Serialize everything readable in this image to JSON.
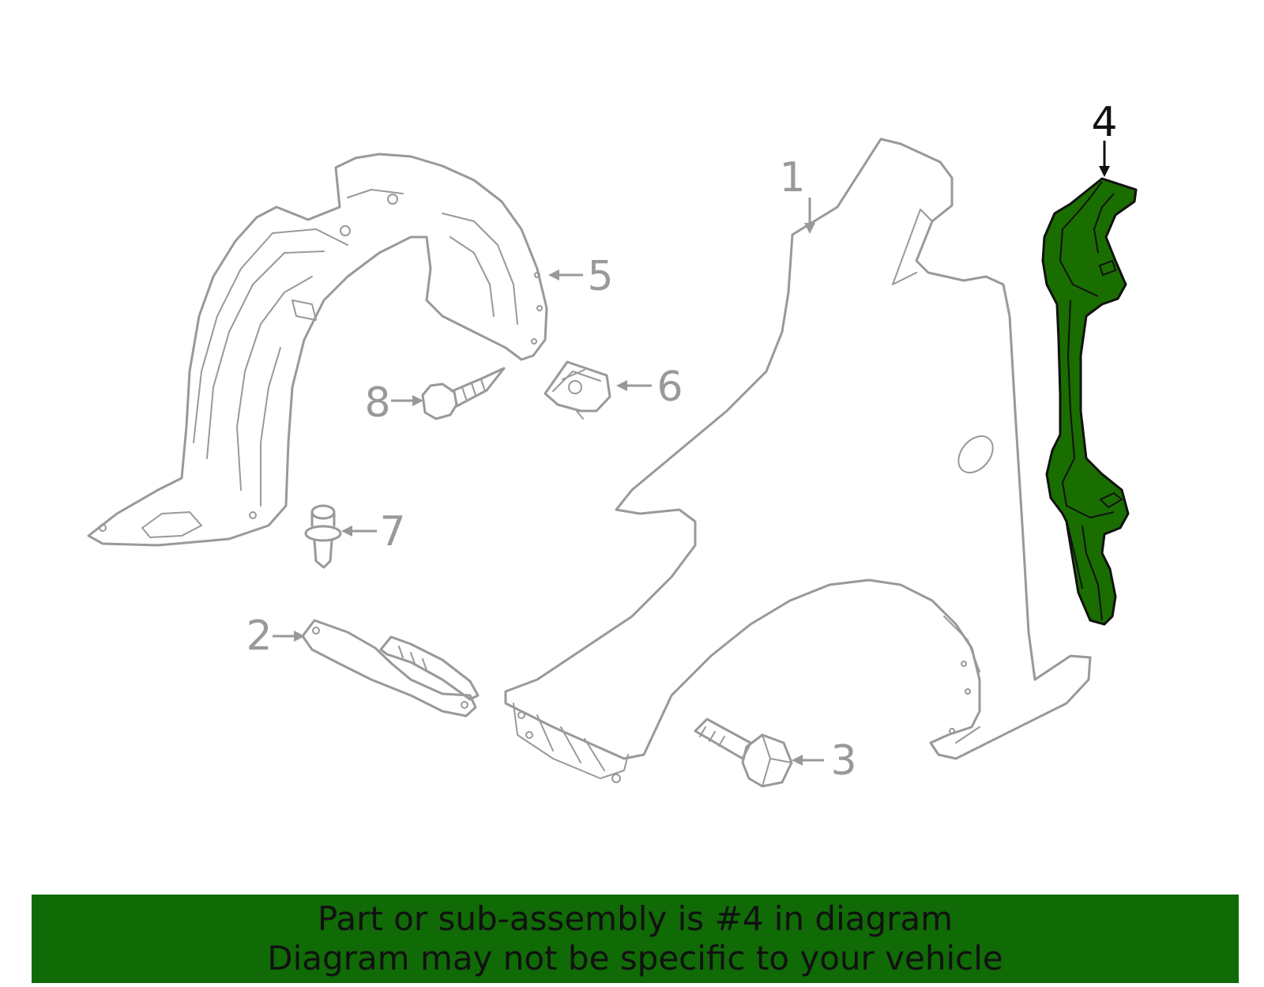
{
  "diagram": {
    "callouts": [
      {
        "number": "1"
      },
      {
        "number": "2"
      },
      {
        "number": "3"
      },
      {
        "number": "4"
      },
      {
        "number": "5"
      },
      {
        "number": "6"
      },
      {
        "number": "7"
      },
      {
        "number": "8"
      }
    ],
    "highlight_color": "#1a6e00",
    "line_color": "#999999"
  },
  "banner": {
    "line1": "Part or sub-assembly is #4 in diagram",
    "line2": "Diagram may not be specific to your vehicle",
    "background": "#106a06"
  }
}
